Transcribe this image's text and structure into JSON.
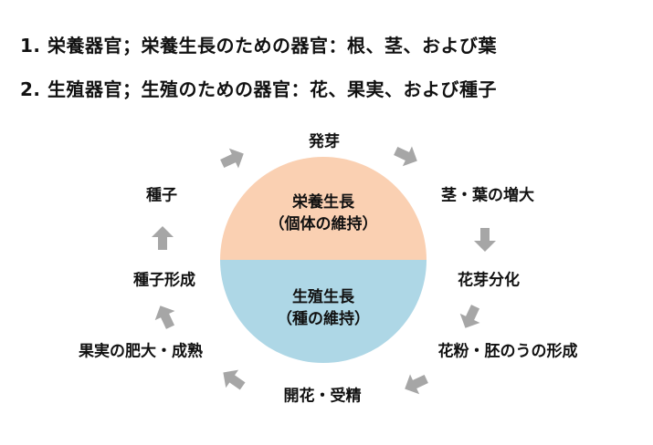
{
  "organs": {
    "line1": "1.  栄養器官；栄養生長のための器官：根、茎、および葉",
    "line2": "2.  生殖器官；生殖のための器官：花、果実、および種子"
  },
  "cycle": {
    "center_top": {
      "title": "栄養生長",
      "subtitle": "（個体の維持）",
      "color": "#fad0b2"
    },
    "center_bottom": {
      "title": "生殖生長",
      "subtitle": "（種の維持）",
      "color": "#aed7e6"
    },
    "stages": [
      "発芽",
      "茎・葉の増大",
      "花芽分化",
      "花粉・胚のうの形成",
      "開花・受精",
      "果実の肥大・成熟",
      "種子形成",
      "種子"
    ],
    "arrow_color": "#a6a6a6"
  }
}
